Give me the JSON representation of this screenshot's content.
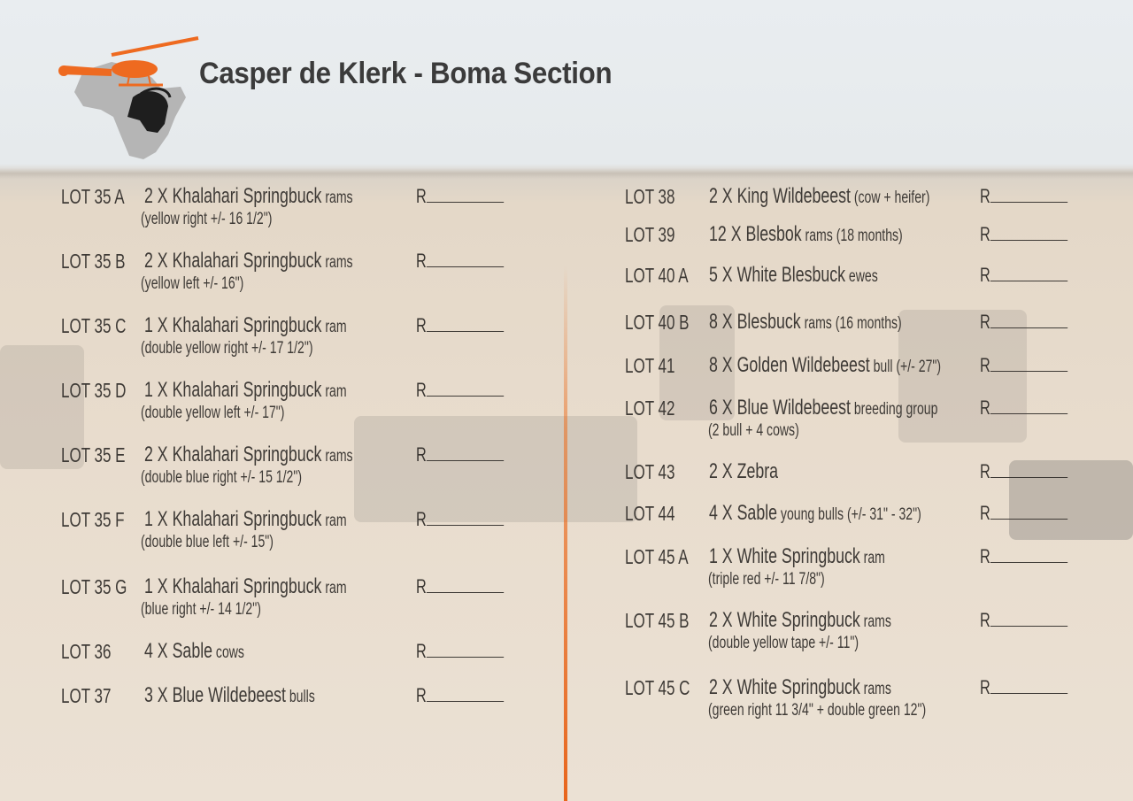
{
  "title": "Casper de Klerk - Boma Section",
  "price_prefix": "R",
  "left_lots": [
    {
      "lot": "LOT 35 A",
      "desc": "2 X Khalahari Springbuck",
      "minor": "rams",
      "sub": "(yellow right +/- 16 1/2\")"
    },
    {
      "lot": "LOT 35 B",
      "desc": "2 X Khalahari Springbuck",
      "minor": "rams",
      "sub": "(yellow left +/- 16\")"
    },
    {
      "lot": "LOT 35 C",
      "desc": "1 X Khalahari Springbuck",
      "minor": "ram",
      "sub": "(double yellow right +/- 17 1/2\")"
    },
    {
      "lot": "LOT 35 D",
      "desc": "1 X Khalahari Springbuck",
      "minor": "ram",
      "sub": "(double yellow left +/- 17\")"
    },
    {
      "lot": "LOT 35 E",
      "desc": "2 X Khalahari Springbuck",
      "minor": "rams",
      "sub": "(double blue right +/- 15 1/2\")"
    },
    {
      "lot": "LOT 35 F",
      "desc": "1 X Khalahari Springbuck",
      "minor": "ram",
      "sub": "(double blue left +/- 15\")"
    },
    {
      "lot": "LOT 35 G",
      "desc": "1 X Khalahari Springbuck",
      "minor": "ram",
      "sub": "(blue right +/- 14 1/2\")"
    },
    {
      "lot": "LOT 36",
      "desc": "4 X Sable",
      "minor": "cows"
    },
    {
      "lot": "LOT 37",
      "desc": "3 X Blue Wildebeest",
      "minor": "bulls"
    }
  ],
  "right_lots": [
    {
      "lot": "LOT 38",
      "desc": "2 X King Wildebeest",
      "minor": "(cow + heifer)"
    },
    {
      "lot": "LOT 39",
      "desc": "12 X Blesbok",
      "minor": "rams (18 months)"
    },
    {
      "lot": "LOT 40 A",
      "desc": "5 X White Blesbuck",
      "minor": "ewes"
    },
    {
      "lot": "LOT 40 B",
      "desc": "8 X Blesbuck",
      "minor": "rams (16 months)"
    },
    {
      "lot": "LOT 41",
      "desc": "8 X Golden Wildebeest",
      "minor": "bull (+/- 27\")"
    },
    {
      "lot": "LOT 42",
      "desc": "6 X Blue Wildebeest",
      "minor": "breeding group",
      "sub": "(2 bull + 4 cows)"
    },
    {
      "lot": "LOT 43",
      "desc": "2 X Zebra",
      "minor": ""
    },
    {
      "lot": "LOT 44",
      "desc": "4 X Sable",
      "minor": "young bulls (+/- 31\" - 32\")"
    },
    {
      "lot": "LOT 45 A",
      "desc": "1 X White Springbuck",
      "minor": "ram",
      "sub": "(triple red +/- 11 7/8\")"
    },
    {
      "lot": "LOT 45 B",
      "desc": "2 X White Springbuck",
      "minor": "rams",
      "sub": "(double yellow tape +/- 11\")"
    },
    {
      "lot": "LOT 45 C",
      "desc": "2 X White Springbuck",
      "minor": "rams",
      "sub": "(green right 11 3/4\" + double green 12\")"
    }
  ],
  "colors": {
    "accent": "#e8651c",
    "logo_gray": "#b5b5b5"
  }
}
